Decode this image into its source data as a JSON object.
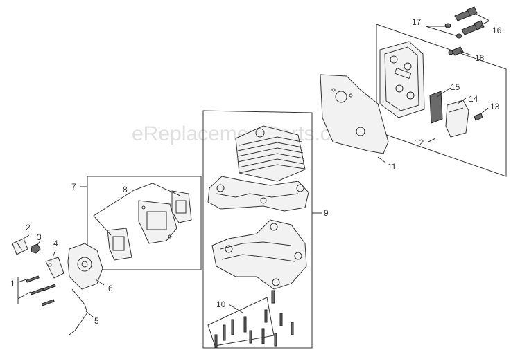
{
  "watermark": "eReplacementParts.com",
  "callouts": {
    "c1": "1",
    "c2": "2",
    "c3": "3",
    "c4": "4",
    "c5": "5",
    "c6": "6",
    "c7": "7",
    "c8": "8",
    "c9": "9",
    "c10": "10",
    "c11": "11",
    "c12": "12",
    "c13": "13",
    "c14": "14",
    "c15": "15",
    "c16": "16",
    "c17": "17",
    "c18": "18"
  }
}
